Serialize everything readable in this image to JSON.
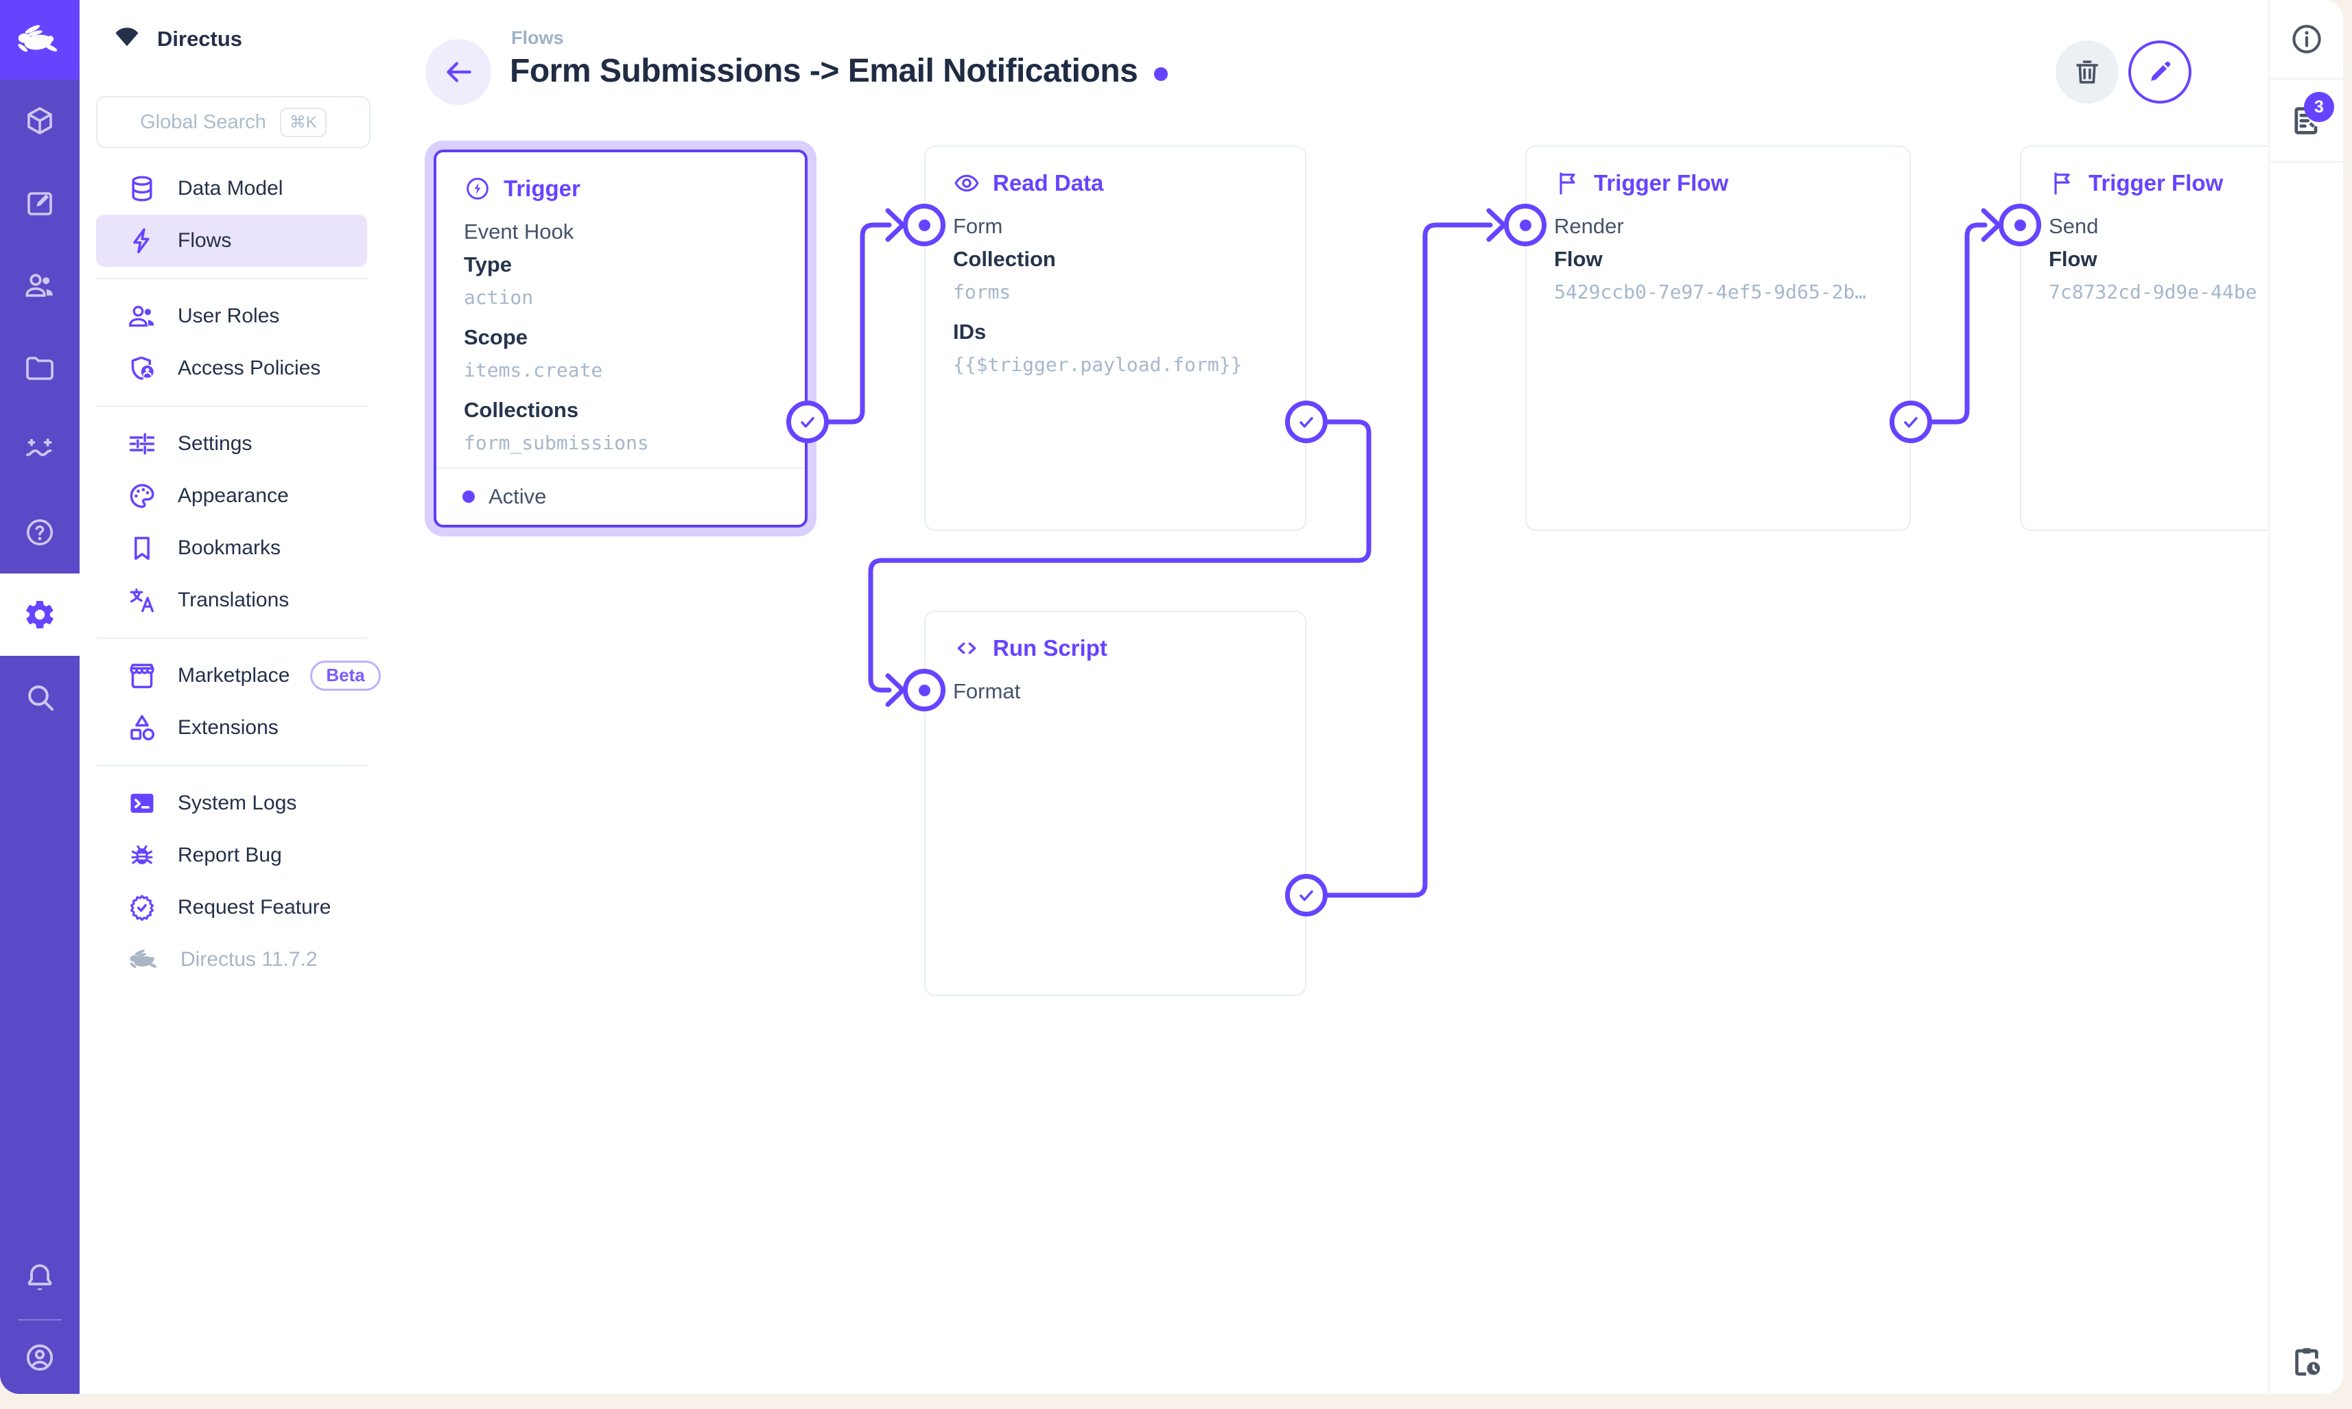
{
  "colors": {
    "accent": "#6644FF",
    "module_bar": "#5A4AC8",
    "logo_tile": "#6644FF",
    "nav_active_bg": "#E9E3FC",
    "frame_background": "#F7F1EA",
    "muted_text": "#A6B7CB",
    "dark_text": "#26344C"
  },
  "module_bar": {
    "icons": [
      "box-icon",
      "edit-icon",
      "people-icon",
      "folder-icon",
      "insights-icon",
      "help-icon",
      "settings-icon",
      "search-icon"
    ],
    "active_icon": "settings-icon",
    "bottom_icons": [
      "bell-icon",
      "account-icon"
    ]
  },
  "nav": {
    "project_name": "Directus",
    "search": {
      "placeholder": "Global Search",
      "shortcut": "⌘K"
    },
    "items": [
      {
        "label": "Data Model"
      },
      {
        "label": "Flows",
        "active": true
      },
      {
        "label": "User Roles"
      },
      {
        "label": "Access Policies"
      },
      {
        "label": "Settings"
      },
      {
        "label": "Appearance"
      },
      {
        "label": "Bookmarks"
      },
      {
        "label": "Translations"
      },
      {
        "label": "Marketplace",
        "badge": "Beta"
      },
      {
        "label": "Extensions"
      },
      {
        "label": "System Logs"
      },
      {
        "label": "Report Bug"
      },
      {
        "label": "Request Feature"
      }
    ],
    "version": "Directus 11.7.2"
  },
  "header": {
    "breadcrumb": "Flows",
    "title": "Form Submissions -> Email Notifications"
  },
  "flow": {
    "panels": {
      "trigger": {
        "title": "Trigger",
        "name": "Event Hook",
        "fields": [
          {
            "label": "Type",
            "value": "action"
          },
          {
            "label": "Scope",
            "value": "items.create"
          },
          {
            "label": "Collections",
            "value": "form_submissions"
          }
        ],
        "status": "Active"
      },
      "read_data": {
        "title": "Read Data",
        "name": "Form",
        "fields": [
          {
            "label": "Collection",
            "value": "forms"
          },
          {
            "label": "IDs",
            "value": "{{$trigger.payload.form}}"
          }
        ]
      },
      "run_script": {
        "title": "Run Script",
        "name": "Format"
      },
      "trigger_flow_render": {
        "title": "Trigger Flow",
        "name": "Render",
        "fields": [
          {
            "label": "Flow",
            "value": "5429ccb0-7e97-4ef5-9d65-2b…"
          }
        ]
      },
      "trigger_flow_send": {
        "title": "Trigger Flow",
        "name": "Send",
        "fields": [
          {
            "label": "Flow",
            "value": "7c8732cd-9d9e-44be"
          }
        ]
      }
    }
  },
  "right_sidebar": {
    "log_badge": "3"
  }
}
